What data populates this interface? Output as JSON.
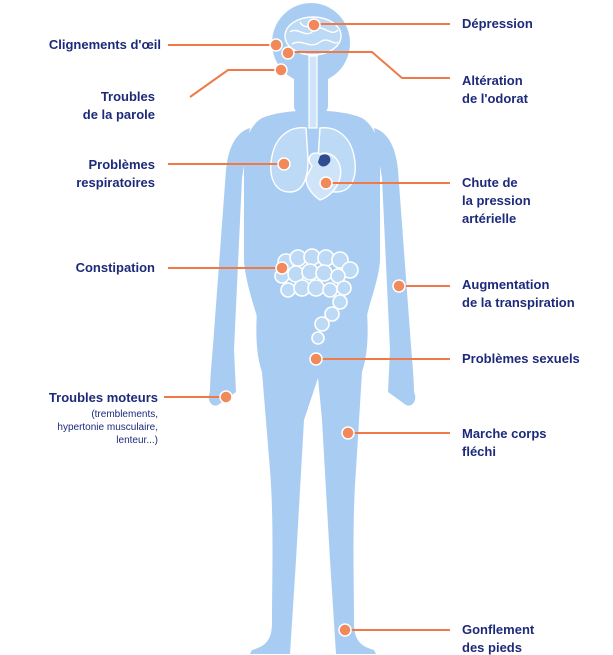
{
  "colors": {
    "body": "#a9cdf2",
    "organ_outline": "#cfe4f8",
    "organ_fill": "#bcd9f5",
    "dot": "#f2895a",
    "line": "#ef7a48",
    "text": "#1d2a7a",
    "heart_dark": "#2f4c8f"
  },
  "labels": {
    "blink": "Clignements d'œil",
    "speech": "Troubles\nde la parole",
    "breathing": "Problèmes\nrespiratoires",
    "constipation": "Constipation",
    "motor": "Troubles moteurs",
    "motor_note": "(tremblements,\nhypertonie musculaire,\nlenteur...)",
    "depression": "Dépression",
    "smell": "Altération\nde l'odorat",
    "blood_pressure": "Chute de\nla pression\nartérielle",
    "sweating": "Augmentation\nde la transpiration",
    "sexual": "Problèmes sexuels",
    "walking": "Marche corps\nfléchi",
    "feet": "Gonflement\ndes pieds"
  }
}
